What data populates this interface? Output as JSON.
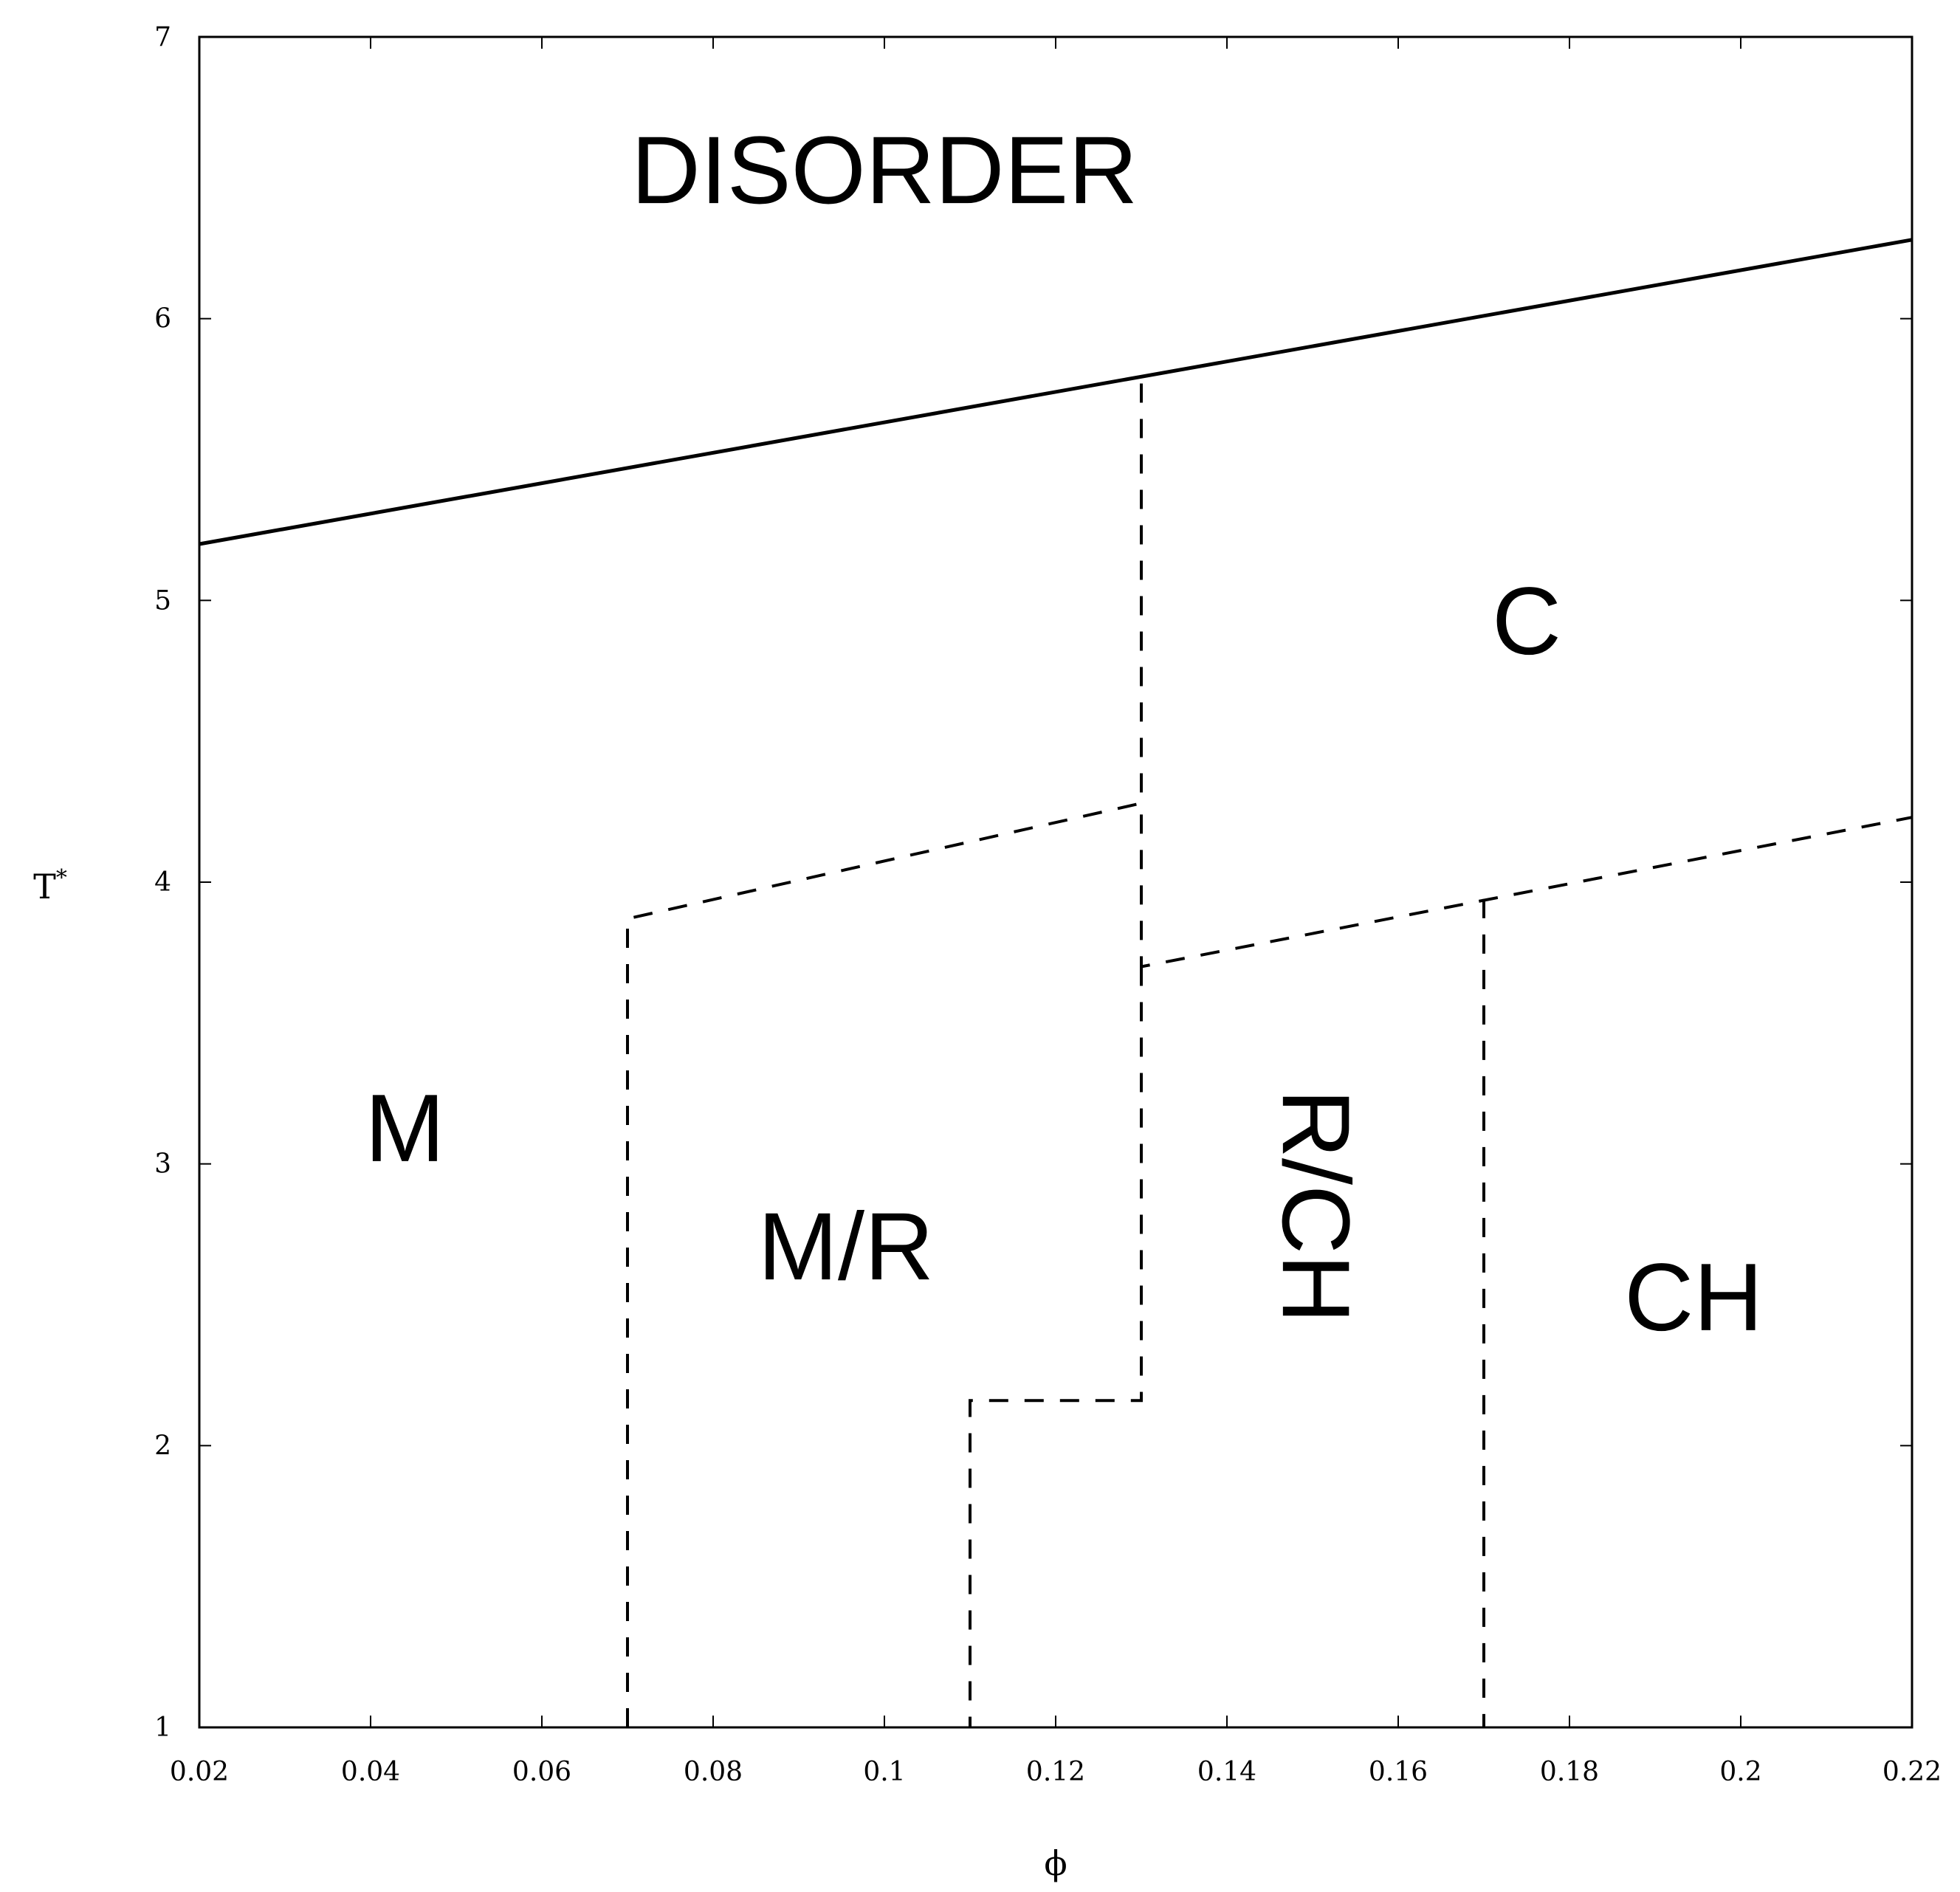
{
  "chart_data": {
    "type": "line",
    "title": "",
    "xlabel": "ϕ",
    "ylabel": "T",
    "ylabel_superscript": "*",
    "xlim": [
      0.02,
      0.22
    ],
    "ylim": [
      1,
      7
    ],
    "xticks": [
      0.02,
      0.04,
      0.06,
      0.08,
      0.1,
      0.12,
      0.14,
      0.16,
      0.18,
      0.2,
      0.22
    ],
    "xtick_labels": [
      "0.02",
      "0.04",
      "0.06",
      "0.08",
      "0.1",
      "0.12",
      "0.14",
      "0.16",
      "0.18",
      "0.2",
      "0.22"
    ],
    "yticks": [
      1,
      2,
      3,
      4,
      5,
      6,
      7
    ],
    "ytick_labels": [
      "1",
      "2",
      "3",
      "4",
      "5",
      "6",
      "7"
    ],
    "grid": false,
    "series": [
      {
        "style": "solid",
        "color": "#000000",
        "points": [
          [
            0.02,
            5.2
          ],
          [
            0.22,
            6.28
          ]
        ]
      },
      {
        "style": "dashed",
        "color": "#000000",
        "points": [
          [
            0.13,
            5.77
          ],
          [
            0.13,
            4.28
          ]
        ]
      },
      {
        "style": "dashed",
        "color": "#000000",
        "points": [
          [
            0.07,
            1.0
          ],
          [
            0.07,
            3.87
          ],
          [
            0.13,
            4.28
          ],
          [
            0.13,
            3.7
          ],
          [
            0.22,
            4.23
          ]
        ]
      },
      {
        "style": "dashed",
        "color": "#000000",
        "points": [
          [
            0.13,
            3.7
          ],
          [
            0.13,
            2.16
          ],
          [
            0.11,
            2.16
          ],
          [
            0.11,
            1.0
          ]
        ]
      },
      {
        "style": "dashed",
        "color": "#000000",
        "points": [
          [
            0.17,
            3.94
          ],
          [
            0.17,
            1.0
          ]
        ]
      }
    ],
    "annotations": [
      {
        "text": "DISORDER",
        "x": 0.1,
        "y": 6.5,
        "rotation": 0,
        "size": 1.0
      },
      {
        "text": "C",
        "x": 0.175,
        "y": 4.9,
        "rotation": 0,
        "size": 1.0
      },
      {
        "text": "M",
        "x": 0.044,
        "y": 3.1,
        "rotation": 0,
        "size": 1.0
      },
      {
        "text": "M/R",
        "x": 0.0955,
        "y": 2.68,
        "rotation": 0,
        "size": 1.0
      },
      {
        "text": "R/CH",
        "x": 0.1495,
        "y": 2.85,
        "rotation": 90,
        "size": 1.0
      },
      {
        "text": "CH",
        "x": 0.1945,
        "y": 2.5,
        "rotation": 0,
        "size": 1.0
      }
    ]
  }
}
